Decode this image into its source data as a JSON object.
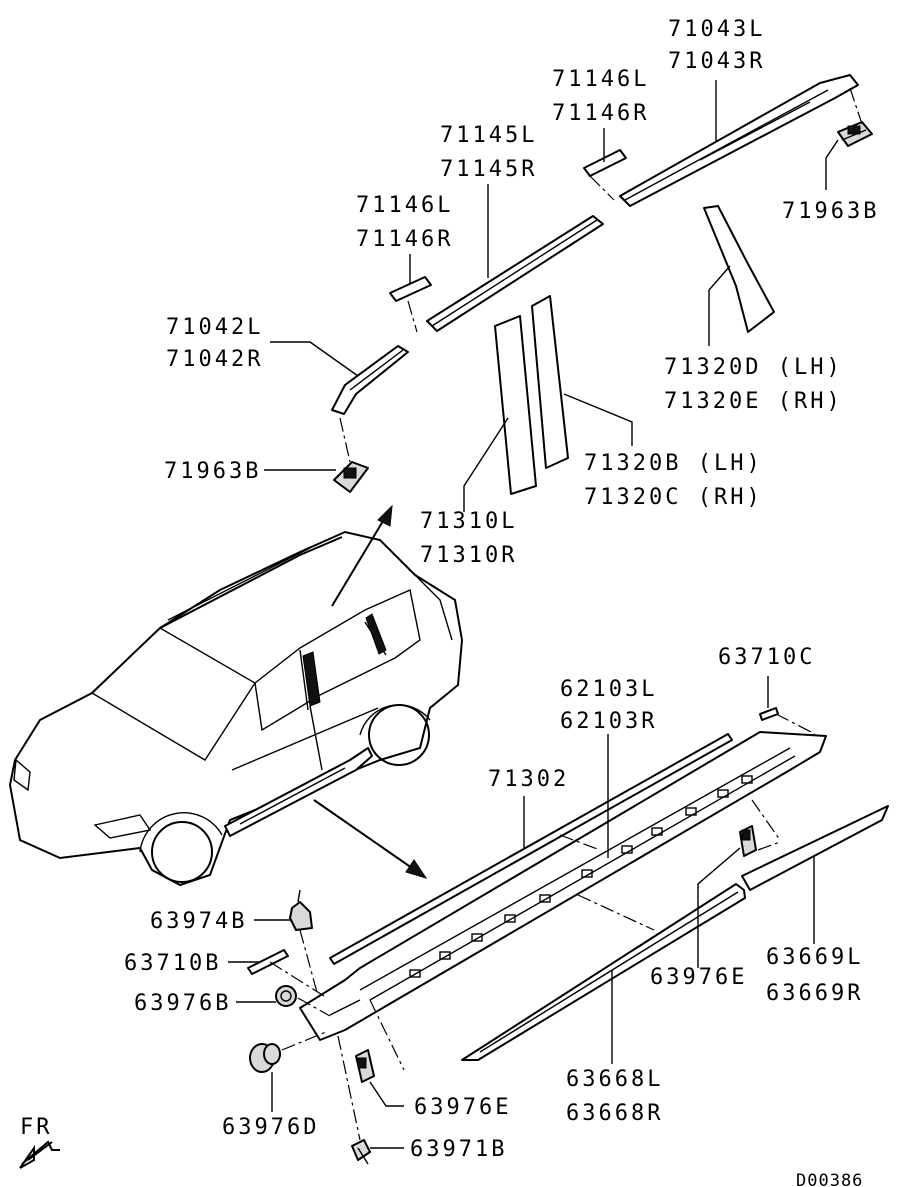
{
  "diagram": {
    "code": "D00386",
    "direction_label": "FR",
    "labels": {
      "p71043L": "71043L",
      "p71043R": "71043R",
      "p71146L_a": "71146L",
      "p71146R_a": "71146R",
      "p71145L": "71145L",
      "p71145R": "71145R",
      "p71963B_a": "71963B",
      "p71146L_b": "71146L",
      "p71146R_b": "71146R",
      "p71042L": "71042L",
      "p71042R": "71042R",
      "p71320D": "71320D (LH)",
      "p71320E": "71320E (RH)",
      "p71963B_b": "71963B",
      "p71320B": "71320B (LH)",
      "p71320C": "71320C (RH)",
      "p71310L": "71310L",
      "p71310R": "71310R",
      "p63710C": "63710C",
      "p62103L": "62103L",
      "p62103R": "62103R",
      "p71302": "71302",
      "p63974B": "63974B",
      "p63710B": "63710B",
      "p63976B": "63976B",
      "p63976E_a": "63976E",
      "p63669L": "63669L",
      "p63669R": "63669R",
      "p63976D": "63976D",
      "p63668L": "63668L",
      "p63668R": "63668R",
      "p63976E_b": "63976E",
      "p63971B": "63971B"
    }
  }
}
